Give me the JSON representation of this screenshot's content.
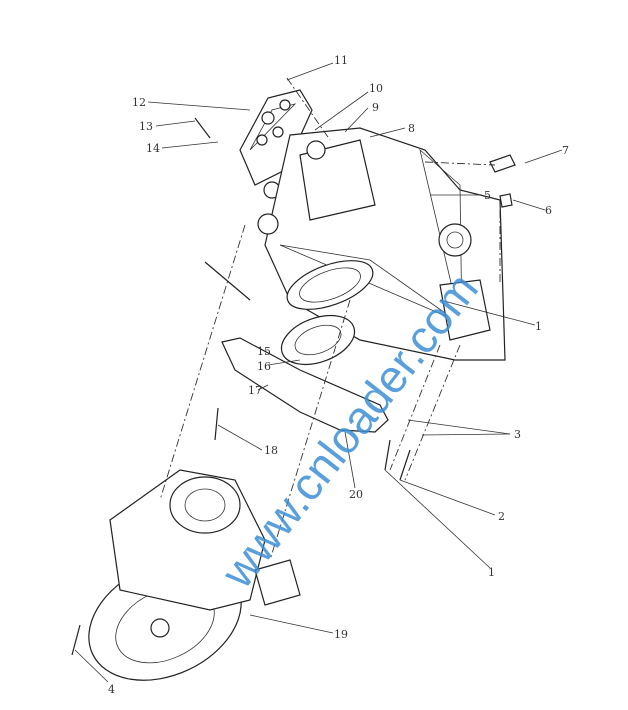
{
  "diagram": {
    "watermark": "www.cnloader.com",
    "colors": {
      "line": "#222222",
      "watermark": "#3b8fd6"
    },
    "callouts": [
      "11",
      "10",
      "9",
      "8",
      "7",
      "6",
      "5",
      "12",
      "13",
      "14",
      "1",
      "15",
      "16",
      "17",
      "18",
      "20",
      "3",
      "2",
      "1",
      "19",
      "4"
    ]
  }
}
